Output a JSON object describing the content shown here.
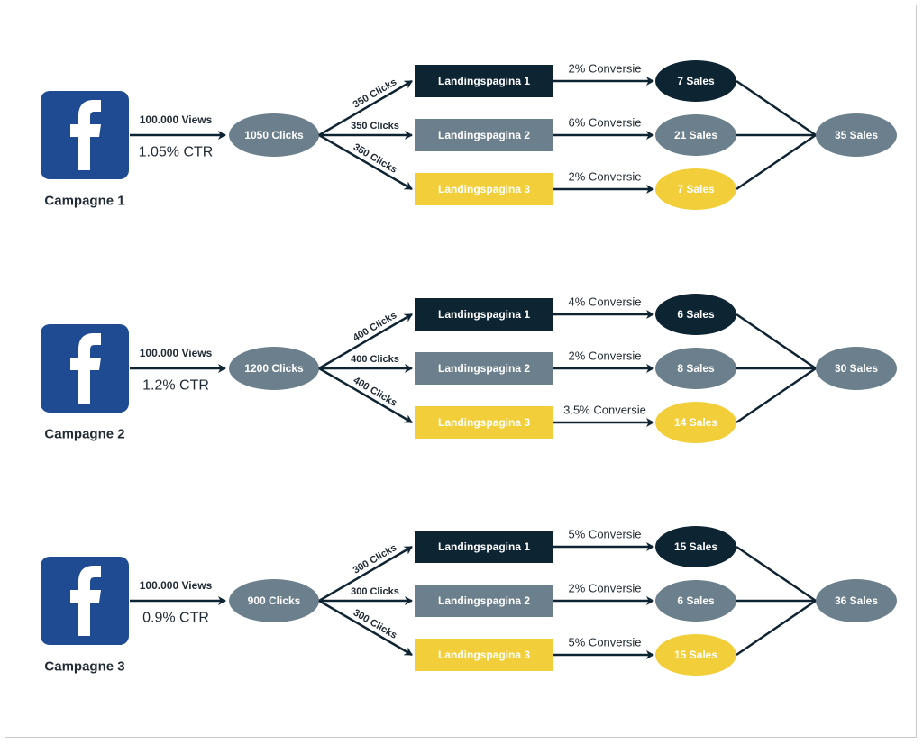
{
  "colors": {
    "facebook_blue": "#1e4b92",
    "dark_navy": "#0d2433",
    "slate_gray": "#6b7f8c",
    "yellow": "#f2cf3a",
    "line": "#0f2432",
    "text": "#1f2a33"
  },
  "icon": "facebook-logo-icon",
  "campaigns": [
    {
      "name": "Campagne 1",
      "views": "100.000 Views",
      "ctr": "1.05% CTR",
      "clicks": "1050 Clicks",
      "branches": [
        {
          "clicks_label": "350 Clicks",
          "page": "Landingspagina 1",
          "conversion": "2% Conversie",
          "sales": "7 Sales",
          "style": "dark"
        },
        {
          "clicks_label": "350 Clicks",
          "page": "Landingspagina 2",
          "conversion": "6% Conversie",
          "sales": "21 Sales",
          "style": "gray"
        },
        {
          "clicks_label": "350 Clicks",
          "page": "Landingspagina 3",
          "conversion": "2% Conversie",
          "sales": "7 Sales",
          "style": "yellow"
        }
      ],
      "total": "35 Sales"
    },
    {
      "name": "Campagne 2",
      "views": "100.000 Views",
      "ctr": "1.2% CTR",
      "clicks": "1200 Clicks",
      "branches": [
        {
          "clicks_label": "400 Clicks",
          "page": "Landingspagina 1",
          "conversion": "4% Conversie",
          "sales": "6 Sales",
          "style": "dark"
        },
        {
          "clicks_label": "400 Clicks",
          "page": "Landingspagina 2",
          "conversion": "2% Conversie",
          "sales": "8 Sales",
          "style": "gray"
        },
        {
          "clicks_label": "400 Clicks",
          "page": "Landingspagina 3",
          "conversion": "3.5% Conversie",
          "sales": "14 Sales",
          "style": "yellow"
        }
      ],
      "total": "30 Sales"
    },
    {
      "name": "Campagne 3",
      "views": "100.000 Views",
      "ctr": "0.9% CTR",
      "clicks": "900 Clicks",
      "branches": [
        {
          "clicks_label": "300 Clicks",
          "page": "Landingspagina 1",
          "conversion": "5% Conversie",
          "sales": "15 Sales",
          "style": "dark"
        },
        {
          "clicks_label": "300 Clicks",
          "page": "Landingspagina 2",
          "conversion": "2% Conversie",
          "sales": "6 Sales",
          "style": "gray"
        },
        {
          "clicks_label": "300 Clicks",
          "page": "Landingspagina 3",
          "conversion": "5% Conversie",
          "sales": "15 Sales",
          "style": "yellow"
        }
      ],
      "total": "36 Sales"
    }
  ]
}
